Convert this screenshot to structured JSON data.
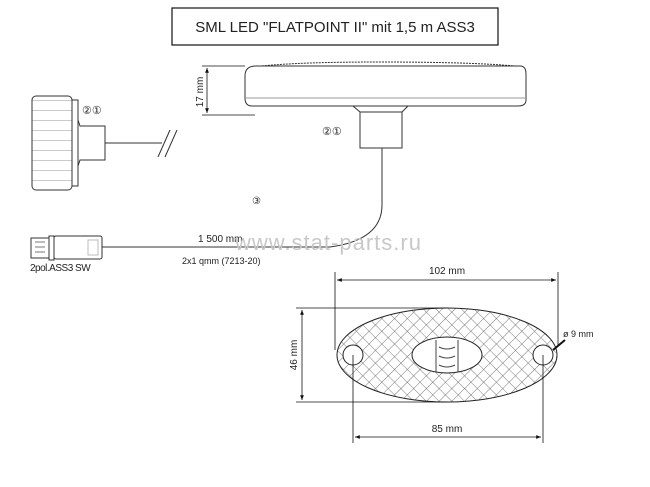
{
  "title": "SML LED \"FLATPOINT II\"   mit  1,5 m ASS3",
  "labels": {
    "height": "17 mm",
    "callout_left": "②①",
    "callout_right": "②①",
    "callout_cable": "③",
    "cable_length": "1 500 mm",
    "cable_spec": "2x1 qmm  (7213-20)",
    "connector": "2pol.ASS3 SW",
    "width": "102 mm",
    "depth": "46 mm",
    "hole_spacing": "85 mm",
    "hole_diameter": "ø 9 mm"
  },
  "watermark": "www.stat-parts.ru"
}
